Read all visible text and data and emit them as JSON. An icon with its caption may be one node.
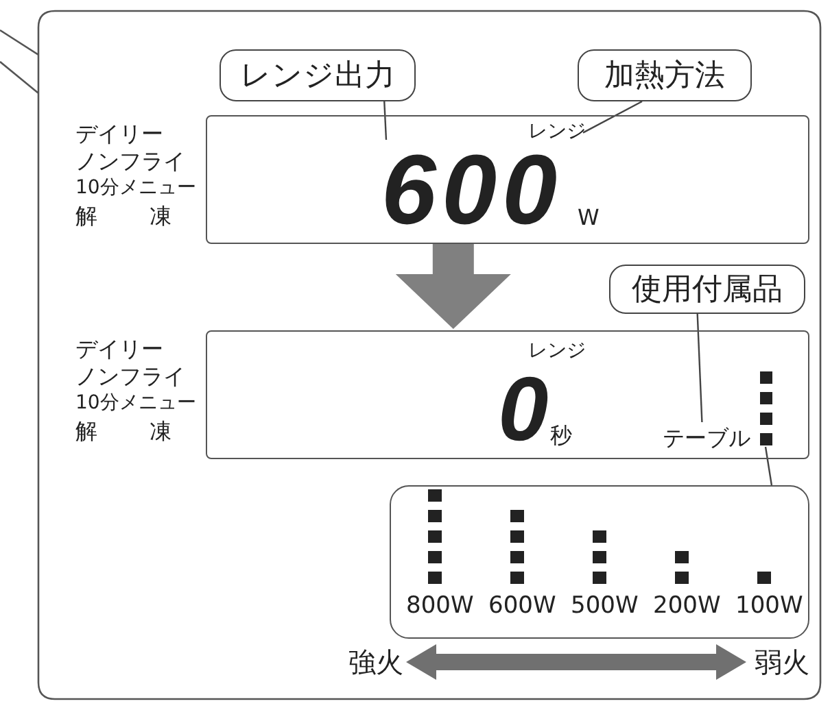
{
  "diagram": {
    "nodes": [
      {
        "text": [
          "レンジ出力"
        ]
      },
      {
        "text": [
          "加熱方法"
        ]
      },
      {
        "text": [],
        "shape": "box"
      },
      {
        "text": [
          "レンジ"
        ],
        "in": 2
      },
      {
        "text": [
          "600"
        ],
        "in": 2
      },
      {
        "text": [
          "W"
        ],
        "in": 2
      },
      {
        "text": [],
        "shape": "box"
      },
      {
        "text": [
          "レンジ"
        ],
        "in": 6
      },
      {
        "text": [
          "0"
        ],
        "in": 6
      },
      {
        "text": [
          "秒"
        ],
        "in": 6
      },
      {
        "text": [
          "テーブル"
        ],
        "in": 6
      },
      {
        "text": [],
        "shape": "bar",
        "in": 6
      },
      {
        "text": [
          "使用付属品"
        ]
      },
      {
        "text": [],
        "shape": "box"
      },
      {
        "text": [
          "強火"
        ]
      },
      {
        "text": [
          "弱火"
        ]
      }
    ],
    "edges": [
      {
        "from": 0,
        "to": 4,
        "arrow": "none"
      },
      {
        "from": 1,
        "to": 3,
        "arrow": "none"
      },
      {
        "from": 2,
        "to": 6,
        "arrow": "to",
        "style": "thick",
        "color": "#808080"
      },
      {
        "from": 12,
        "to": 10,
        "arrow": "none"
      },
      {
        "from": 13,
        "to": 11,
        "arrow": "none"
      },
      {
        "from": 14,
        "to": 15,
        "arrow": "both",
        "style": "thick",
        "color": "#707070"
      }
    ],
    "labels": [
      "デイリー",
      "ノンフライ",
      "10分メニュー",
      "解 凍",
      "デイリー",
      "ノンフライ",
      "10分メニュー",
      "解 凍",
      "800W",
      "600W",
      "500W",
      "200W",
      "100W"
    ]
  }
}
